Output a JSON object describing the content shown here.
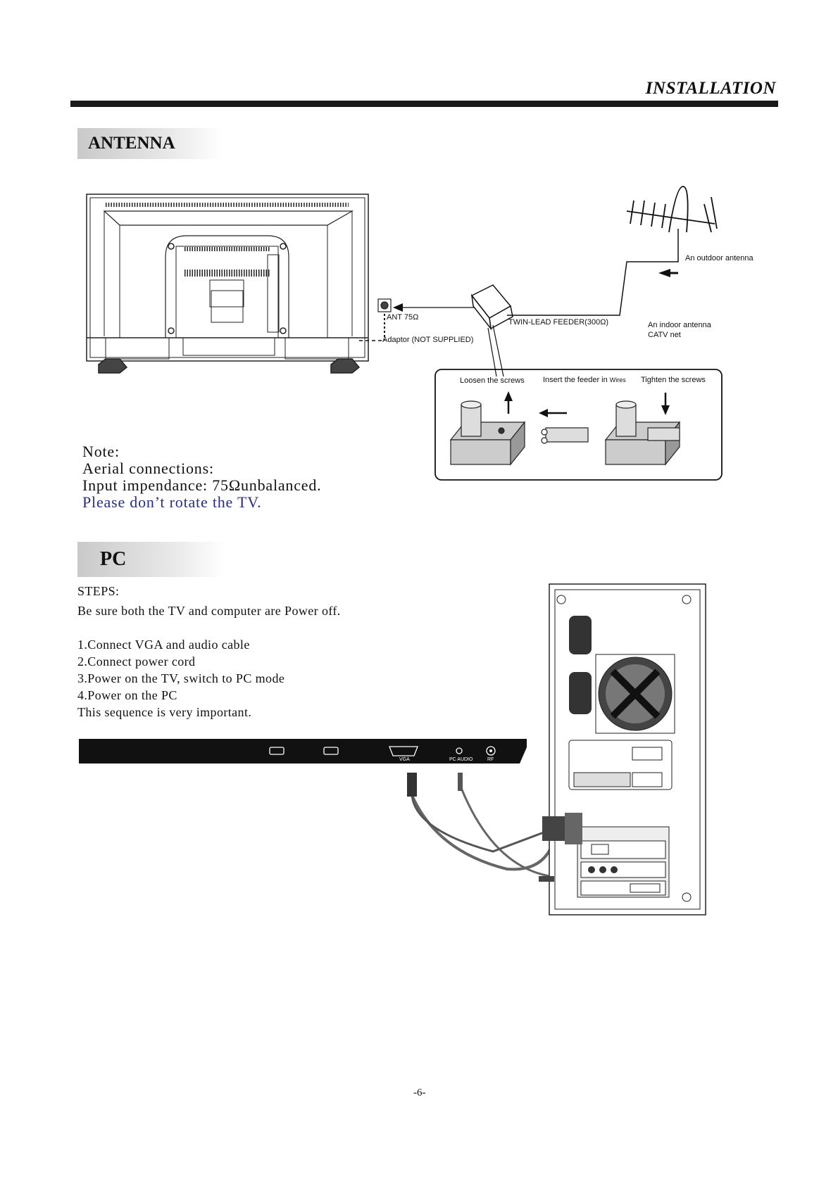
{
  "header": {
    "title": "INSTALLATION"
  },
  "antenna": {
    "section_title": "ANTENNA",
    "labels": {
      "outdoor_antenna": "An outdoor antenna",
      "ant_port": "ANT 75Ω",
      "twin_lead": "TWIN-LEAD FEEDER(300Ω)",
      "indoor_antenna": "An indoor antenna",
      "catv": "CATV net",
      "adaptor": "Adaptor  (NOT SUPPLIED)",
      "loosen": "Loosen the screws",
      "insert": "Insert the feeder in",
      "wires": "Wires",
      "tighten": "Tighten the screws"
    },
    "note": {
      "line1": "Note:",
      "line2": "Aerial connections:",
      "line3": "Input impendance: 75Ωunbalanced.",
      "line4": "Please don’t rotate the TV."
    }
  },
  "pc": {
    "section_title": "PC",
    "steps_heading": "STEPS:",
    "intro": "Be sure both the TV and computer are Power off.",
    "steps": [
      "1.Connect VGA  and audio cable",
      "2.Connect power cord",
      "3.Power on the TV, switch to PC mode",
      "4.Power on the PC",
      "This sequence is very important."
    ],
    "panel_labels": {
      "vga": "VGA",
      "pc_audio": "PC AUDIO",
      "rf": "RF"
    }
  },
  "footer": {
    "page_number": "-6-"
  }
}
